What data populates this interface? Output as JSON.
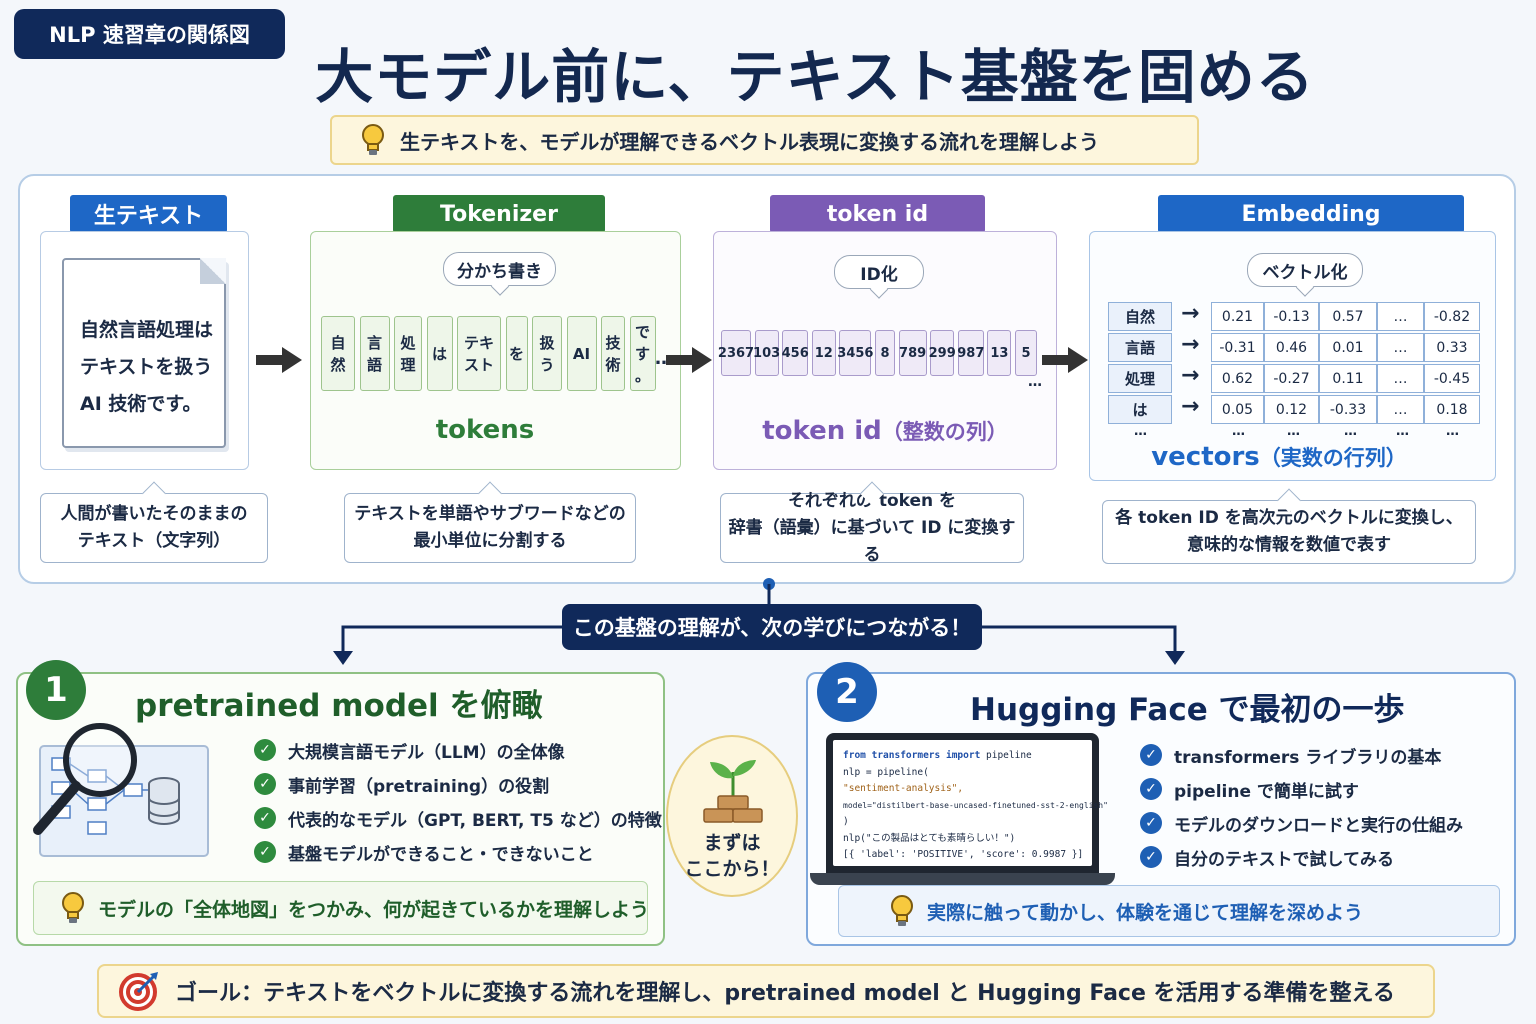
{
  "badge": "NLP 速習章の関係図",
  "title": "大モデル前に、テキスト基盤を固める",
  "subtitle": "生テキストを、モデルが理解できるベクトル表現に変換する流れを理解しよう",
  "colors": {
    "navy": "#10295a",
    "raw": "#1e67c6",
    "tokenizer": "#2e7d3a",
    "tokenid": "#7b5bb5",
    "embedding": "#1e67c6",
    "accent_green": "#2e7d3a",
    "accent_blue": "#1e5fb4"
  },
  "stages": {
    "raw": {
      "label": "生テキスト",
      "doc_lines": [
        "自然言語処理は",
        "テキストを扱う",
        "AI 技術です。"
      ],
      "callout": [
        "人間が書いたそのままの",
        "テキスト（文字列）"
      ]
    },
    "tokenizer": {
      "label": "Tokenizer",
      "bubble": "分かち書き",
      "tokens": [
        "自\n然",
        "言\n語",
        "処\n理",
        "は",
        "テキ\nスト",
        "を",
        "扱\nう",
        "AI",
        "技\n術",
        "で\nす\n。"
      ],
      "ellipsis": "…",
      "caption": "tokens",
      "callout": [
        "テキストを単語やサブワードなどの",
        "最小単位に分割する"
      ]
    },
    "tokenid": {
      "label": "token id",
      "bubble": "ID化",
      "ids": [
        "2367",
        "103",
        "456",
        "12",
        "3456",
        "8",
        "789",
        "299",
        "987",
        "13",
        "5"
      ],
      "ellipsis": "…",
      "caption_main": "token id",
      "caption_sub": "（整数の列）",
      "callout": [
        "それぞれの token を",
        "辞書（語彙）に基づいて ID に変換する"
      ]
    },
    "embedding": {
      "label": "Embedding",
      "bubble": "ベクトル化",
      "rows": [
        {
          "word": "自然",
          "values": [
            "0.21",
            "-0.13",
            "0.57",
            "…",
            "-0.82"
          ]
        },
        {
          "word": "言語",
          "values": [
            "-0.31",
            "0.46",
            "0.01",
            "…",
            "0.33"
          ]
        },
        {
          "word": "処理",
          "values": [
            "0.62",
            "-0.27",
            "0.11",
            "…",
            "-0.45"
          ]
        },
        {
          "word": "は",
          "values": [
            "0.05",
            "0.12",
            "-0.33",
            "…",
            "0.18"
          ]
        }
      ],
      "ellipsis": "…",
      "caption_main": "vectors",
      "caption_sub": "（実数の行列）",
      "callout": [
        "各 token ID を高次元のベクトルに変換し、",
        "意味的な情報を数値で表す"
      ]
    }
  },
  "connector": "この基盤の理解が、次の学びにつながる！",
  "panel1": {
    "number": "1",
    "title": "pretrained model を俯瞰",
    "items": [
      "大規模言語モデル（LLM）の全体像",
      "事前学習（pretraining）の役割",
      "代表的なモデル（GPT, BERT, T5 など）の特徴",
      "基盤モデルができること・できないこと"
    ],
    "tip": "モデルの「全体地図」をつかみ、何が起きているかを理解しよう"
  },
  "start_here": [
    "まずは",
    "ここから！"
  ],
  "panel2": {
    "number": "2",
    "title": "Hugging Face で最初の一歩",
    "code": [
      {
        "kw": "from ",
        "a": "transformers ",
        "kw2": "import ",
        "b": "pipeline"
      },
      {
        "plain": "nlp = pipeline("
      },
      {
        "str": "    \"sentiment-analysis\","
      },
      {
        "plain": "    model=\"distilbert-base-uncased-finetuned-sst-2-english\""
      },
      {
        "plain": ")"
      },
      {
        "plain": "nlp(\"この製品はとても素晴らしい！\")"
      },
      {
        "plain": "[{ 'label': 'POSITIVE', 'score':  0.9987 }]"
      }
    ],
    "items": [
      "transformers ライブラリの基本",
      "pipeline で簡単に試す",
      "モデルのダウンロードと実行の仕組み",
      "自分のテキストで試してみる"
    ],
    "tip": "実際に触って動かし、体験を通じて理解を深めよう"
  },
  "goal": "ゴール：テキストをベクトルに変換する流れを理解し、pretrained model と Hugging Face を活用する準備を整える"
}
